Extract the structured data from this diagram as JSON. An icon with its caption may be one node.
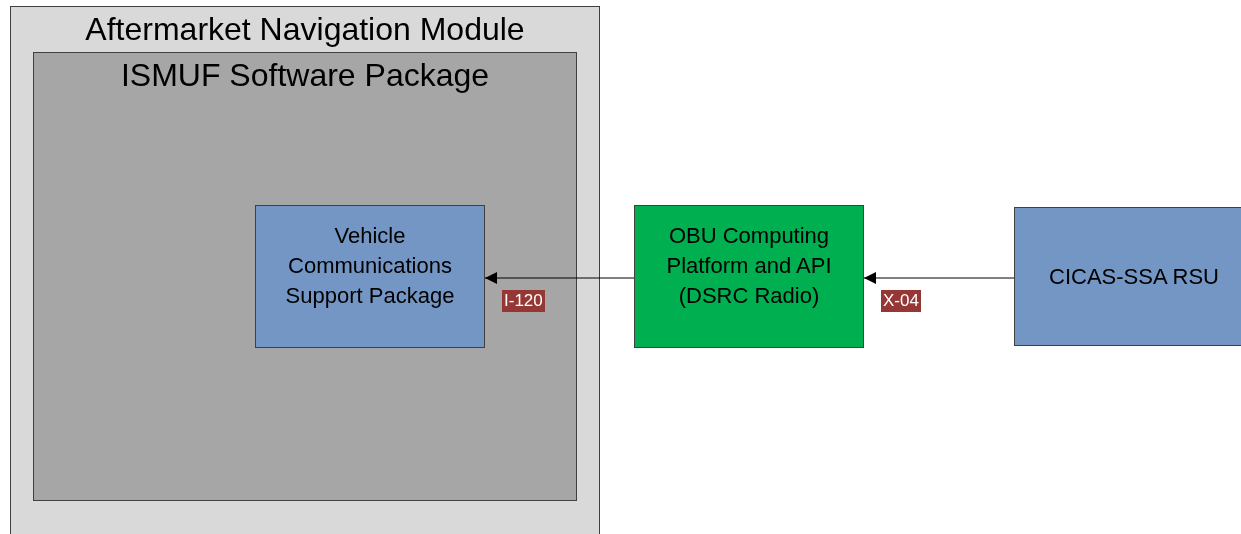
{
  "diagram": {
    "nodes": [
      {
        "text": [
          "Aftermarket Navigation Module"
        ]
      },
      {
        "text": [
          "ISMUF Software Package"
        ],
        "in": 0
      },
      {
        "text": [
          "Vehicle Communications Support Package"
        ],
        "in": 1
      },
      {
        "text": [
          "OBU Computing Platform and API (DSRC Radio)"
        ]
      },
      {
        "text": [
          "CICAS-SSA RSU"
        ]
      }
    ],
    "edges": [
      {
        "from": 3,
        "to": 2,
        "arrow": "to",
        "label": "I-120"
      },
      {
        "from": 4,
        "to": 3,
        "arrow": "to",
        "label": "X-04"
      }
    ]
  }
}
